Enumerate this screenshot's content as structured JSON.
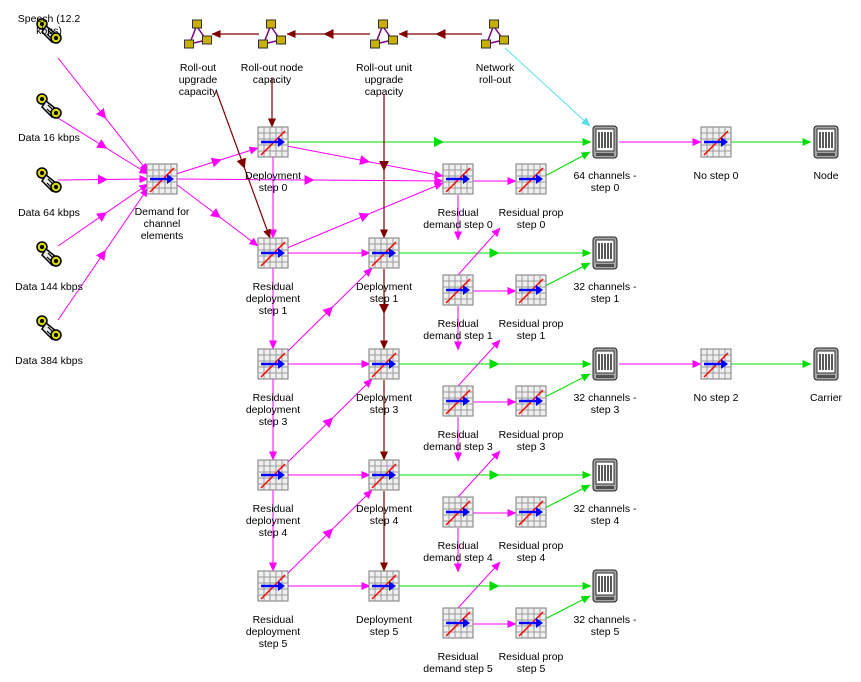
{
  "colors": {
    "magenta": "#ff00ff",
    "green": "#00dd00",
    "darkred": "#800000",
    "cyan": "#55ddee"
  },
  "nodes": [
    {
      "id": "speech",
      "type": "satellite",
      "label": [
        "Speech (12.2",
        "kbps)"
      ]
    },
    {
      "id": "data16",
      "type": "satellite",
      "label": [
        "Data 16 kbps"
      ]
    },
    {
      "id": "data64",
      "type": "satellite",
      "label": [
        "Data 64 kbps"
      ]
    },
    {
      "id": "data144",
      "type": "satellite",
      "label": [
        "Data 144 kbps"
      ]
    },
    {
      "id": "data384",
      "type": "satellite",
      "label": [
        "Data 384 kbps"
      ]
    },
    {
      "id": "demand",
      "type": "chart",
      "label": [
        "Demand for",
        "channel",
        "elements"
      ]
    },
    {
      "id": "rou_upgrade",
      "type": "network",
      "label": [
        "Roll-out",
        "upgrade",
        "capacity"
      ]
    },
    {
      "id": "rou_node",
      "type": "network",
      "label": [
        "Roll-out node",
        "capacity"
      ]
    },
    {
      "id": "rou_unit",
      "type": "network",
      "label": [
        "Roll-out unit",
        "upgrade",
        "capacity"
      ]
    },
    {
      "id": "net_rollout",
      "type": "network",
      "label": [
        "Network",
        "roll-out"
      ]
    },
    {
      "id": "dep0",
      "type": "chart",
      "label": [
        "Deployment",
        "step 0"
      ]
    },
    {
      "id": "resdep1",
      "type": "chart",
      "label": [
        "Residual",
        "deployment",
        "step 1"
      ]
    },
    {
      "id": "dep1",
      "type": "chart",
      "label": [
        "Deployment",
        "step 1"
      ]
    },
    {
      "id": "resdep3",
      "type": "chart",
      "label": [
        "Residual",
        "deployment",
        "step 3"
      ]
    },
    {
      "id": "dep3",
      "type": "chart",
      "label": [
        "Deployment",
        "step 3"
      ]
    },
    {
      "id": "resdep4",
      "type": "chart",
      "label": [
        "Residual",
        "deployment",
        "step 4"
      ]
    },
    {
      "id": "dep4",
      "type": "chart",
      "label": [
        "Deployment",
        "step 4"
      ]
    },
    {
      "id": "resdep5",
      "type": "chart",
      "label": [
        "Residual",
        "deployment",
        "step 5"
      ]
    },
    {
      "id": "dep5",
      "type": "chart",
      "label": [
        "Deployment",
        "step 5"
      ]
    },
    {
      "id": "resdem0",
      "type": "chart",
      "label": [
        "Residual",
        "demand step 0"
      ]
    },
    {
      "id": "resprop0",
      "type": "chart",
      "label": [
        "Residual prop",
        "step 0"
      ]
    },
    {
      "id": "resdem1",
      "type": "chart",
      "label": [
        "Residual",
        "demand step 1"
      ]
    },
    {
      "id": "resprop1",
      "type": "chart",
      "label": [
        "Residual prop",
        "step 1"
      ]
    },
    {
      "id": "resdem3",
      "type": "chart",
      "label": [
        "Residual",
        "demand step 3"
      ]
    },
    {
      "id": "resprop3",
      "type": "chart",
      "label": [
        "Residual prop",
        "step 3"
      ]
    },
    {
      "id": "resdem4",
      "type": "chart",
      "label": [
        "Residual",
        "demand step 4"
      ]
    },
    {
      "id": "resprop4",
      "type": "chart",
      "label": [
        "Residual prop",
        "step 4"
      ]
    },
    {
      "id": "resdem5",
      "type": "chart",
      "label": [
        "Residual",
        "demand step 5"
      ]
    },
    {
      "id": "resprop5",
      "type": "chart",
      "label": [
        "Residual prop",
        "step 5"
      ]
    },
    {
      "id": "ch64",
      "type": "server",
      "label": [
        "64 channels -",
        "step 0"
      ]
    },
    {
      "id": "ch32a",
      "type": "server",
      "label": [
        "32 channels -",
        "step 1"
      ]
    },
    {
      "id": "ch32b",
      "type": "server",
      "label": [
        "32 channels -",
        "step 3"
      ]
    },
    {
      "id": "ch32c",
      "type": "server",
      "label": [
        "32 channels -",
        "step 4"
      ]
    },
    {
      "id": "ch32d",
      "type": "server",
      "label": [
        "32 channels -",
        "step 5"
      ]
    },
    {
      "id": "nostep0",
      "type": "chart",
      "label": [
        "No step 0"
      ]
    },
    {
      "id": "nostep2",
      "type": "chart",
      "label": [
        "No step 2"
      ]
    },
    {
      "id": "node",
      "type": "server",
      "label": [
        "Node"
      ]
    },
    {
      "id": "carrier",
      "type": "server",
      "label": [
        "Carrier"
      ]
    }
  ]
}
